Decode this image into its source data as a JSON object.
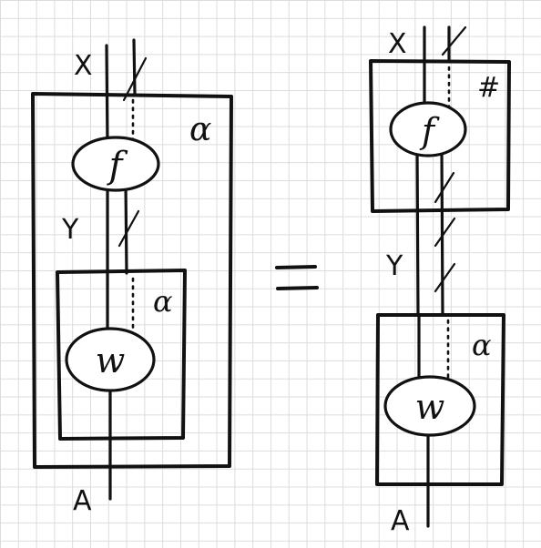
{
  "left_diagram": {
    "wire_top_label": "X",
    "wire_middle_label": "Y",
    "wire_bottom_label": "A",
    "node_top": "f",
    "node_bottom": "w",
    "outer_box_label": "α",
    "inner_box_label": "α"
  },
  "equals": "=",
  "right_diagram": {
    "wire_top_label": "X",
    "wire_middle_label": "Y",
    "wire_bottom_label": "A",
    "node_top": "f",
    "node_bottom": "w",
    "top_box_label": "#",
    "bottom_box_label": "α"
  }
}
